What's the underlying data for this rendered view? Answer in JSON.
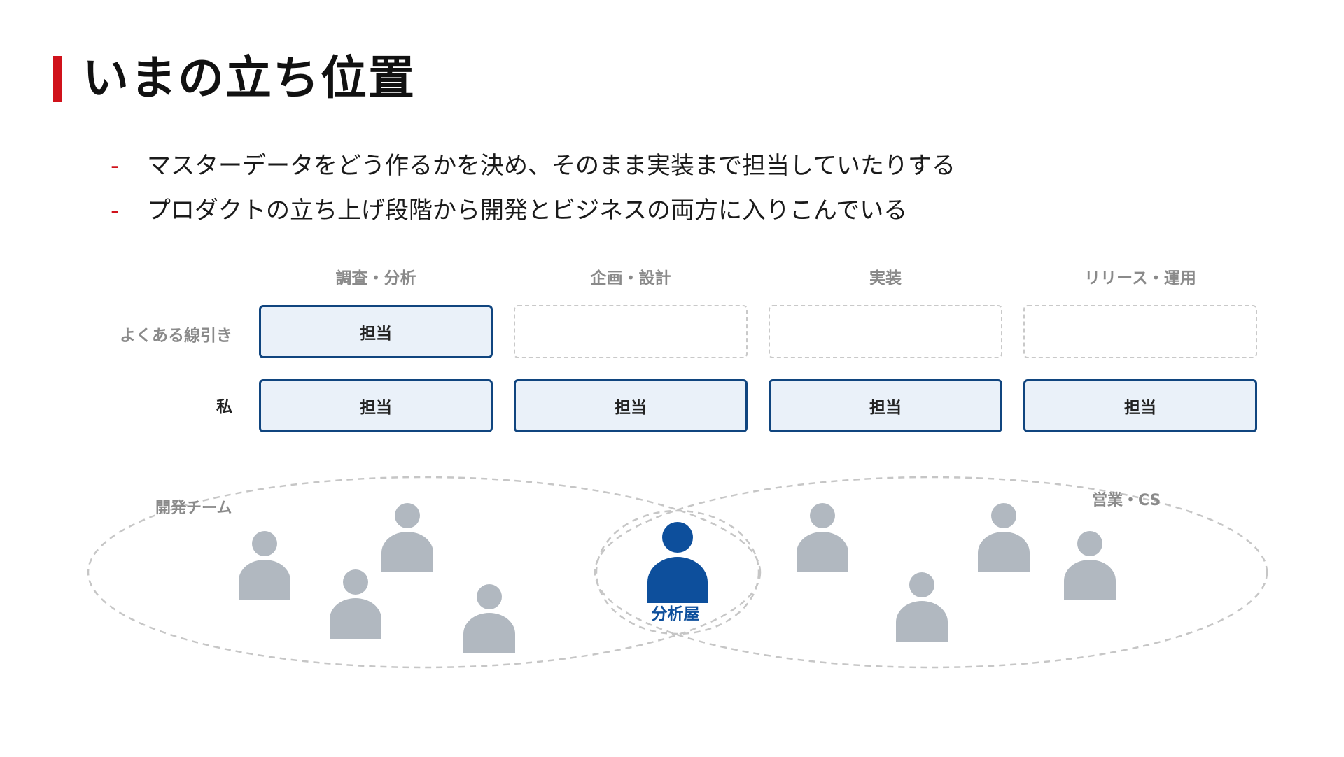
{
  "slide": {
    "title": "いまの立ち位置",
    "bullets": [
      "マスターデータをどう作るかを決め、そのまま実装まで担当していたりする",
      "プロダクトの立ち上げ段階から開発とビジネスの両方に入りこんでいる"
    ],
    "bullet_marker": "-"
  },
  "matrix": {
    "columns": [
      "調査・分析",
      "企画・設計",
      "実装",
      "リリース・運用"
    ],
    "rows": [
      {
        "label": "よくある線引き",
        "cells": [
          "担当",
          "",
          "",
          ""
        ]
      },
      {
        "label": "私",
        "cells": [
          "担当",
          "担当",
          "担当",
          "担当"
        ]
      }
    ]
  },
  "groups": {
    "left_label": "開発チーム",
    "right_label": "営業・CS",
    "center_label": "分析屋"
  },
  "colors": {
    "accent_red": "#d0121b",
    "navy": "#10457f",
    "person_gray": "#b1b8c0",
    "person_highlight": "#0d4f9c"
  },
  "icons": [
    "person-icon"
  ]
}
